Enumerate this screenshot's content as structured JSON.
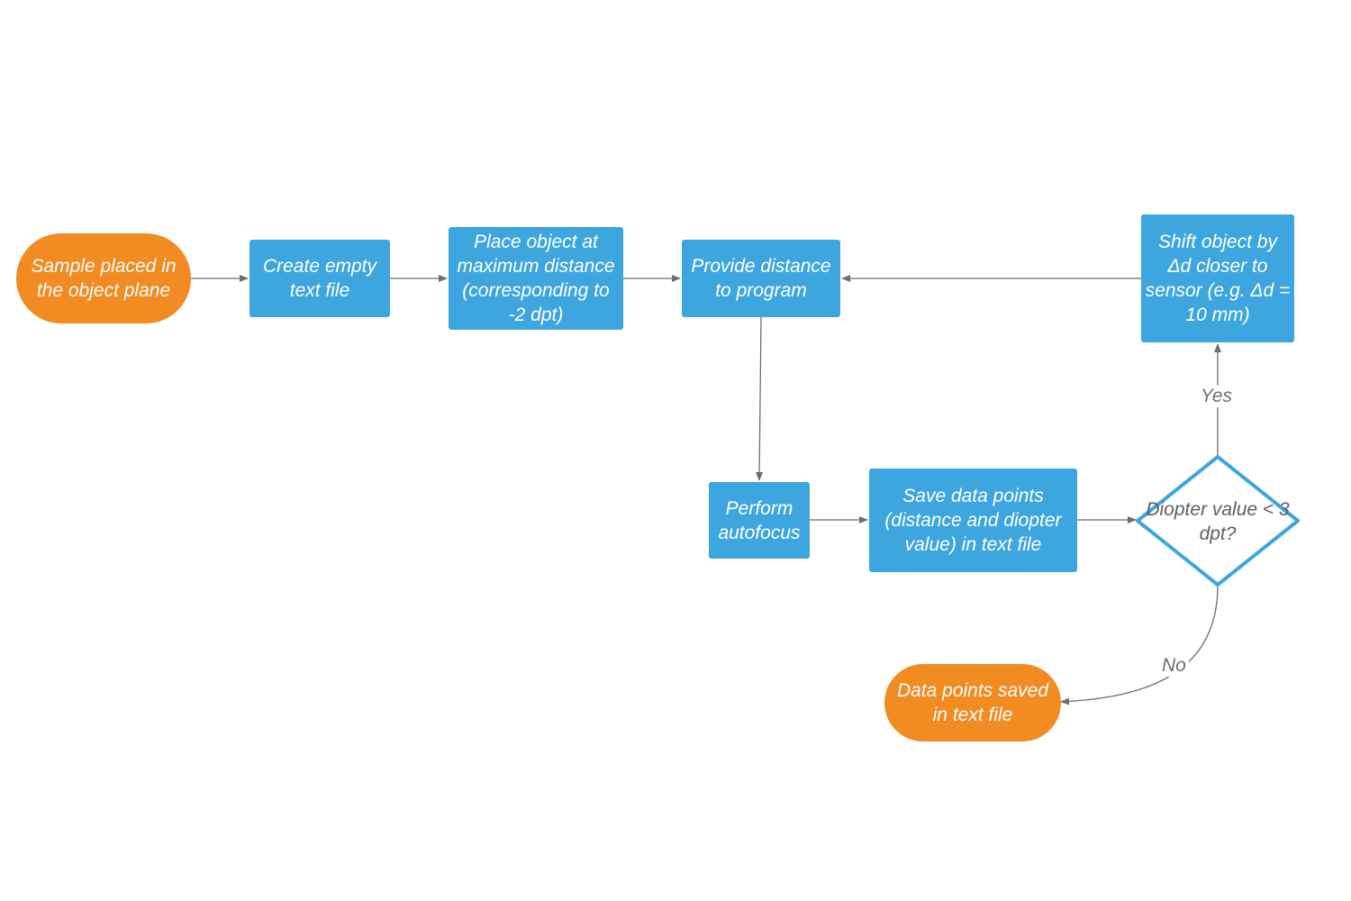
{
  "flowchart": {
    "nodes": {
      "start": "Sample placed in the object plane",
      "create_file": "Create empty text file",
      "place_object": "Place object at maximum distance (corresponding to -2 dpt)",
      "provide_distance": "Provide distance to program",
      "shift_object": "Shift object by Δd closer to sensor (e.g. Δd = 10 mm)",
      "autofocus": "Perform autofocus",
      "save_points": "Save data points (distance and diopter value) in text file",
      "decision": "Diopter value < 3 dpt?",
      "end": "Data points saved in text file"
    },
    "edge_labels": {
      "yes": "Yes",
      "no": "No"
    },
    "colors": {
      "process": "#3ea6df",
      "terminal": "#f18b22",
      "decision_border": "#3ea6df",
      "connector": "#6b6e72"
    }
  }
}
